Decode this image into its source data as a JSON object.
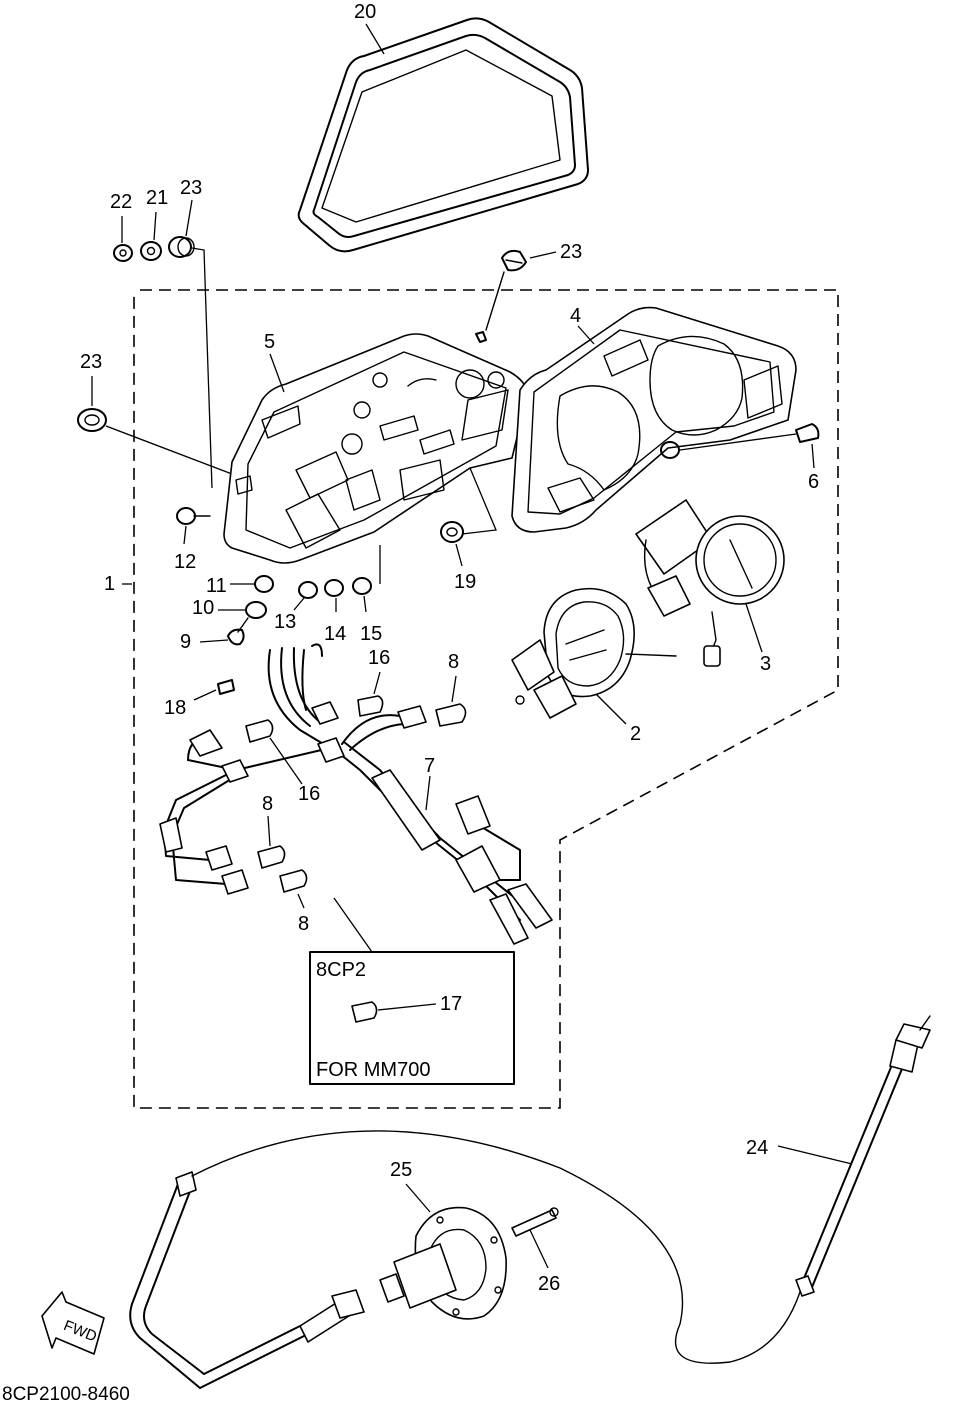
{
  "callouts": {
    "c1": "1",
    "c2": "2",
    "c3": "3",
    "c4": "4",
    "c5": "5",
    "c6": "6",
    "c7": "7",
    "c8a": "8",
    "c8b": "8",
    "c8c": "8",
    "c9": "9",
    "c10": "10",
    "c11": "11",
    "c12": "12",
    "c13": "13",
    "c14": "14",
    "c15": "15",
    "c16a": "16",
    "c16b": "16",
    "c17": "17",
    "c18": "18",
    "c19": "19",
    "c20": "20",
    "c21": "21",
    "c22": "22",
    "c23a": "23",
    "c23b": "23",
    "c23c": "23",
    "c24": "24",
    "c25": "25",
    "c26": "26"
  },
  "inset": {
    "model": "8CP2",
    "note": "FOR MM700"
  },
  "fwd_label": "FWD",
  "diagram_code": "8CP2100-8460"
}
